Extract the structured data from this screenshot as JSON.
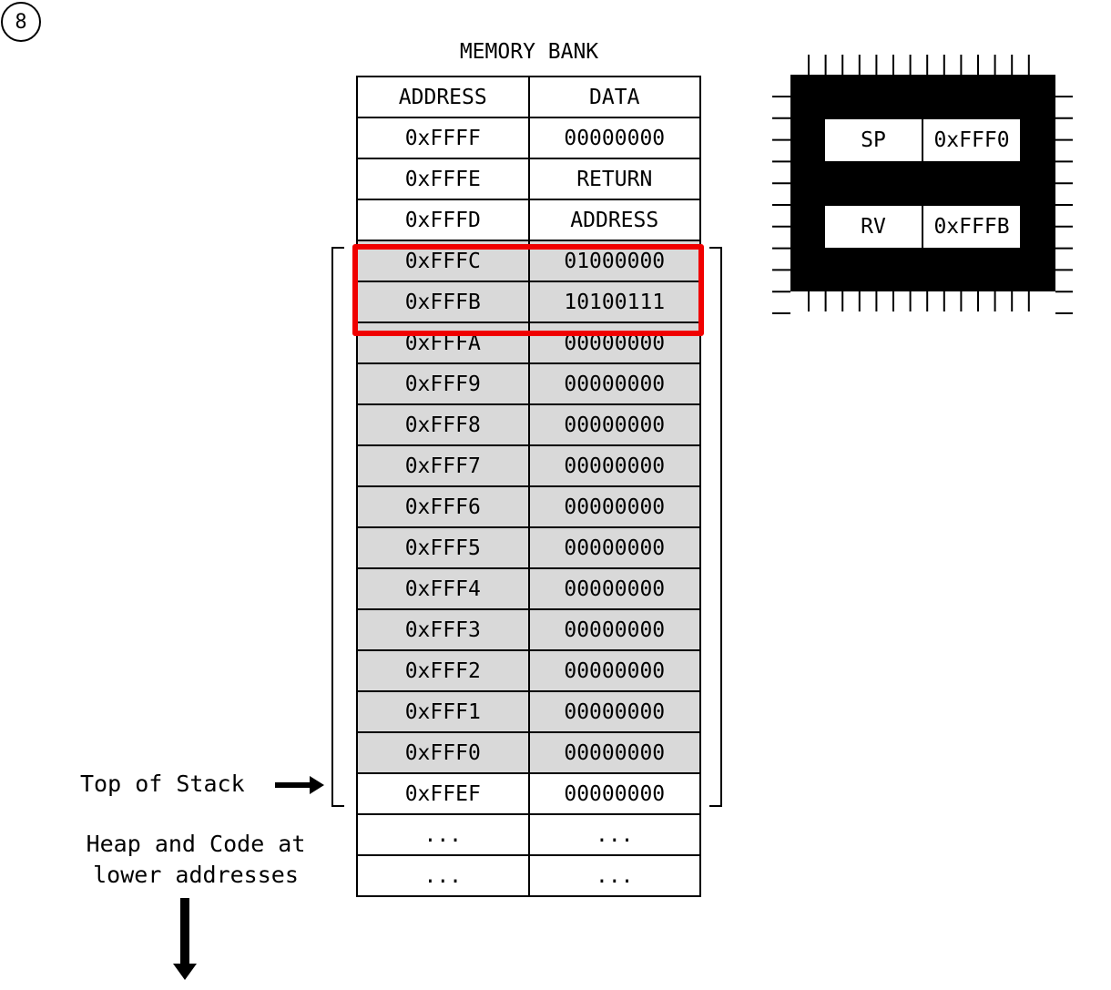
{
  "step": "8",
  "memory_bank": {
    "title": "MEMORY BANK",
    "headers": {
      "address": "ADDRESS",
      "data": "DATA"
    },
    "rows": [
      {
        "address": "0xFFFF",
        "data": "00000000",
        "stack": false
      },
      {
        "address": "0xFFFE",
        "data": "RETURN",
        "stack": false
      },
      {
        "address": "0xFFFD",
        "data": "ADDRESS",
        "stack": false
      },
      {
        "address": "0xFFFC",
        "data": "01000000",
        "stack": true
      },
      {
        "address": "0xFFFB",
        "data": "10100111",
        "stack": true
      },
      {
        "address": "0xFFFA",
        "data": "00000000",
        "stack": true
      },
      {
        "address": "0xFFF9",
        "data": "00000000",
        "stack": true
      },
      {
        "address": "0xFFF8",
        "data": "00000000",
        "stack": true
      },
      {
        "address": "0xFFF7",
        "data": "00000000",
        "stack": true
      },
      {
        "address": "0xFFF6",
        "data": "00000000",
        "stack": true
      },
      {
        "address": "0xFFF5",
        "data": "00000000",
        "stack": true
      },
      {
        "address": "0xFFF4",
        "data": "00000000",
        "stack": true
      },
      {
        "address": "0xFFF3",
        "data": "00000000",
        "stack": true
      },
      {
        "address": "0xFFF2",
        "data": "00000000",
        "stack": true
      },
      {
        "address": "0xFFF1",
        "data": "00000000",
        "stack": true
      },
      {
        "address": "0xFFF0",
        "data": "00000000",
        "stack": true
      },
      {
        "address": "0xFFEF",
        "data": "00000000",
        "stack": false
      },
      {
        "address": "...",
        "data": "...",
        "stack": false
      },
      {
        "address": "...",
        "data": "...",
        "stack": false
      }
    ],
    "highlighted_addresses": [
      "0xFFFC",
      "0xFFFB"
    ]
  },
  "labels": {
    "top_of_stack": "Top of Stack",
    "heap_line1": "Heap and Code at",
    "heap_line2": "lower addresses"
  },
  "cpu": {
    "registers": [
      {
        "name": "SP",
        "value": "0xFFF0"
      },
      {
        "name": "RV",
        "value": "0xFFFB"
      }
    ]
  },
  "colors": {
    "highlight": "#f00000",
    "stack_fill": "#d9d9d9",
    "chip_body": "#000000"
  }
}
